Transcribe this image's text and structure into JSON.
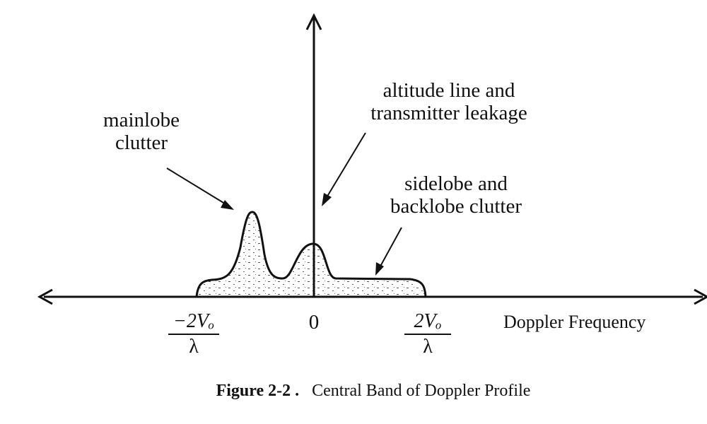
{
  "annotations": {
    "mainlobe": [
      "mainlobe",
      "clutter"
    ],
    "altitude": [
      "altitude  line  and",
      "transmitter  leakage"
    ],
    "sidelobe": [
      "sidelobe  and",
      "backlobe  clutter"
    ]
  },
  "axis": {
    "x_label": "Doppler  Frequency",
    "ticks": {
      "left_num": "−2Vₒ",
      "left_den": "λ",
      "center": "0",
      "right_num": "2Vₒ",
      "right_den": "λ"
    }
  },
  "caption": {
    "number": "Figure 2-2 .",
    "text": "Central Band of Doppler Profile"
  }
}
